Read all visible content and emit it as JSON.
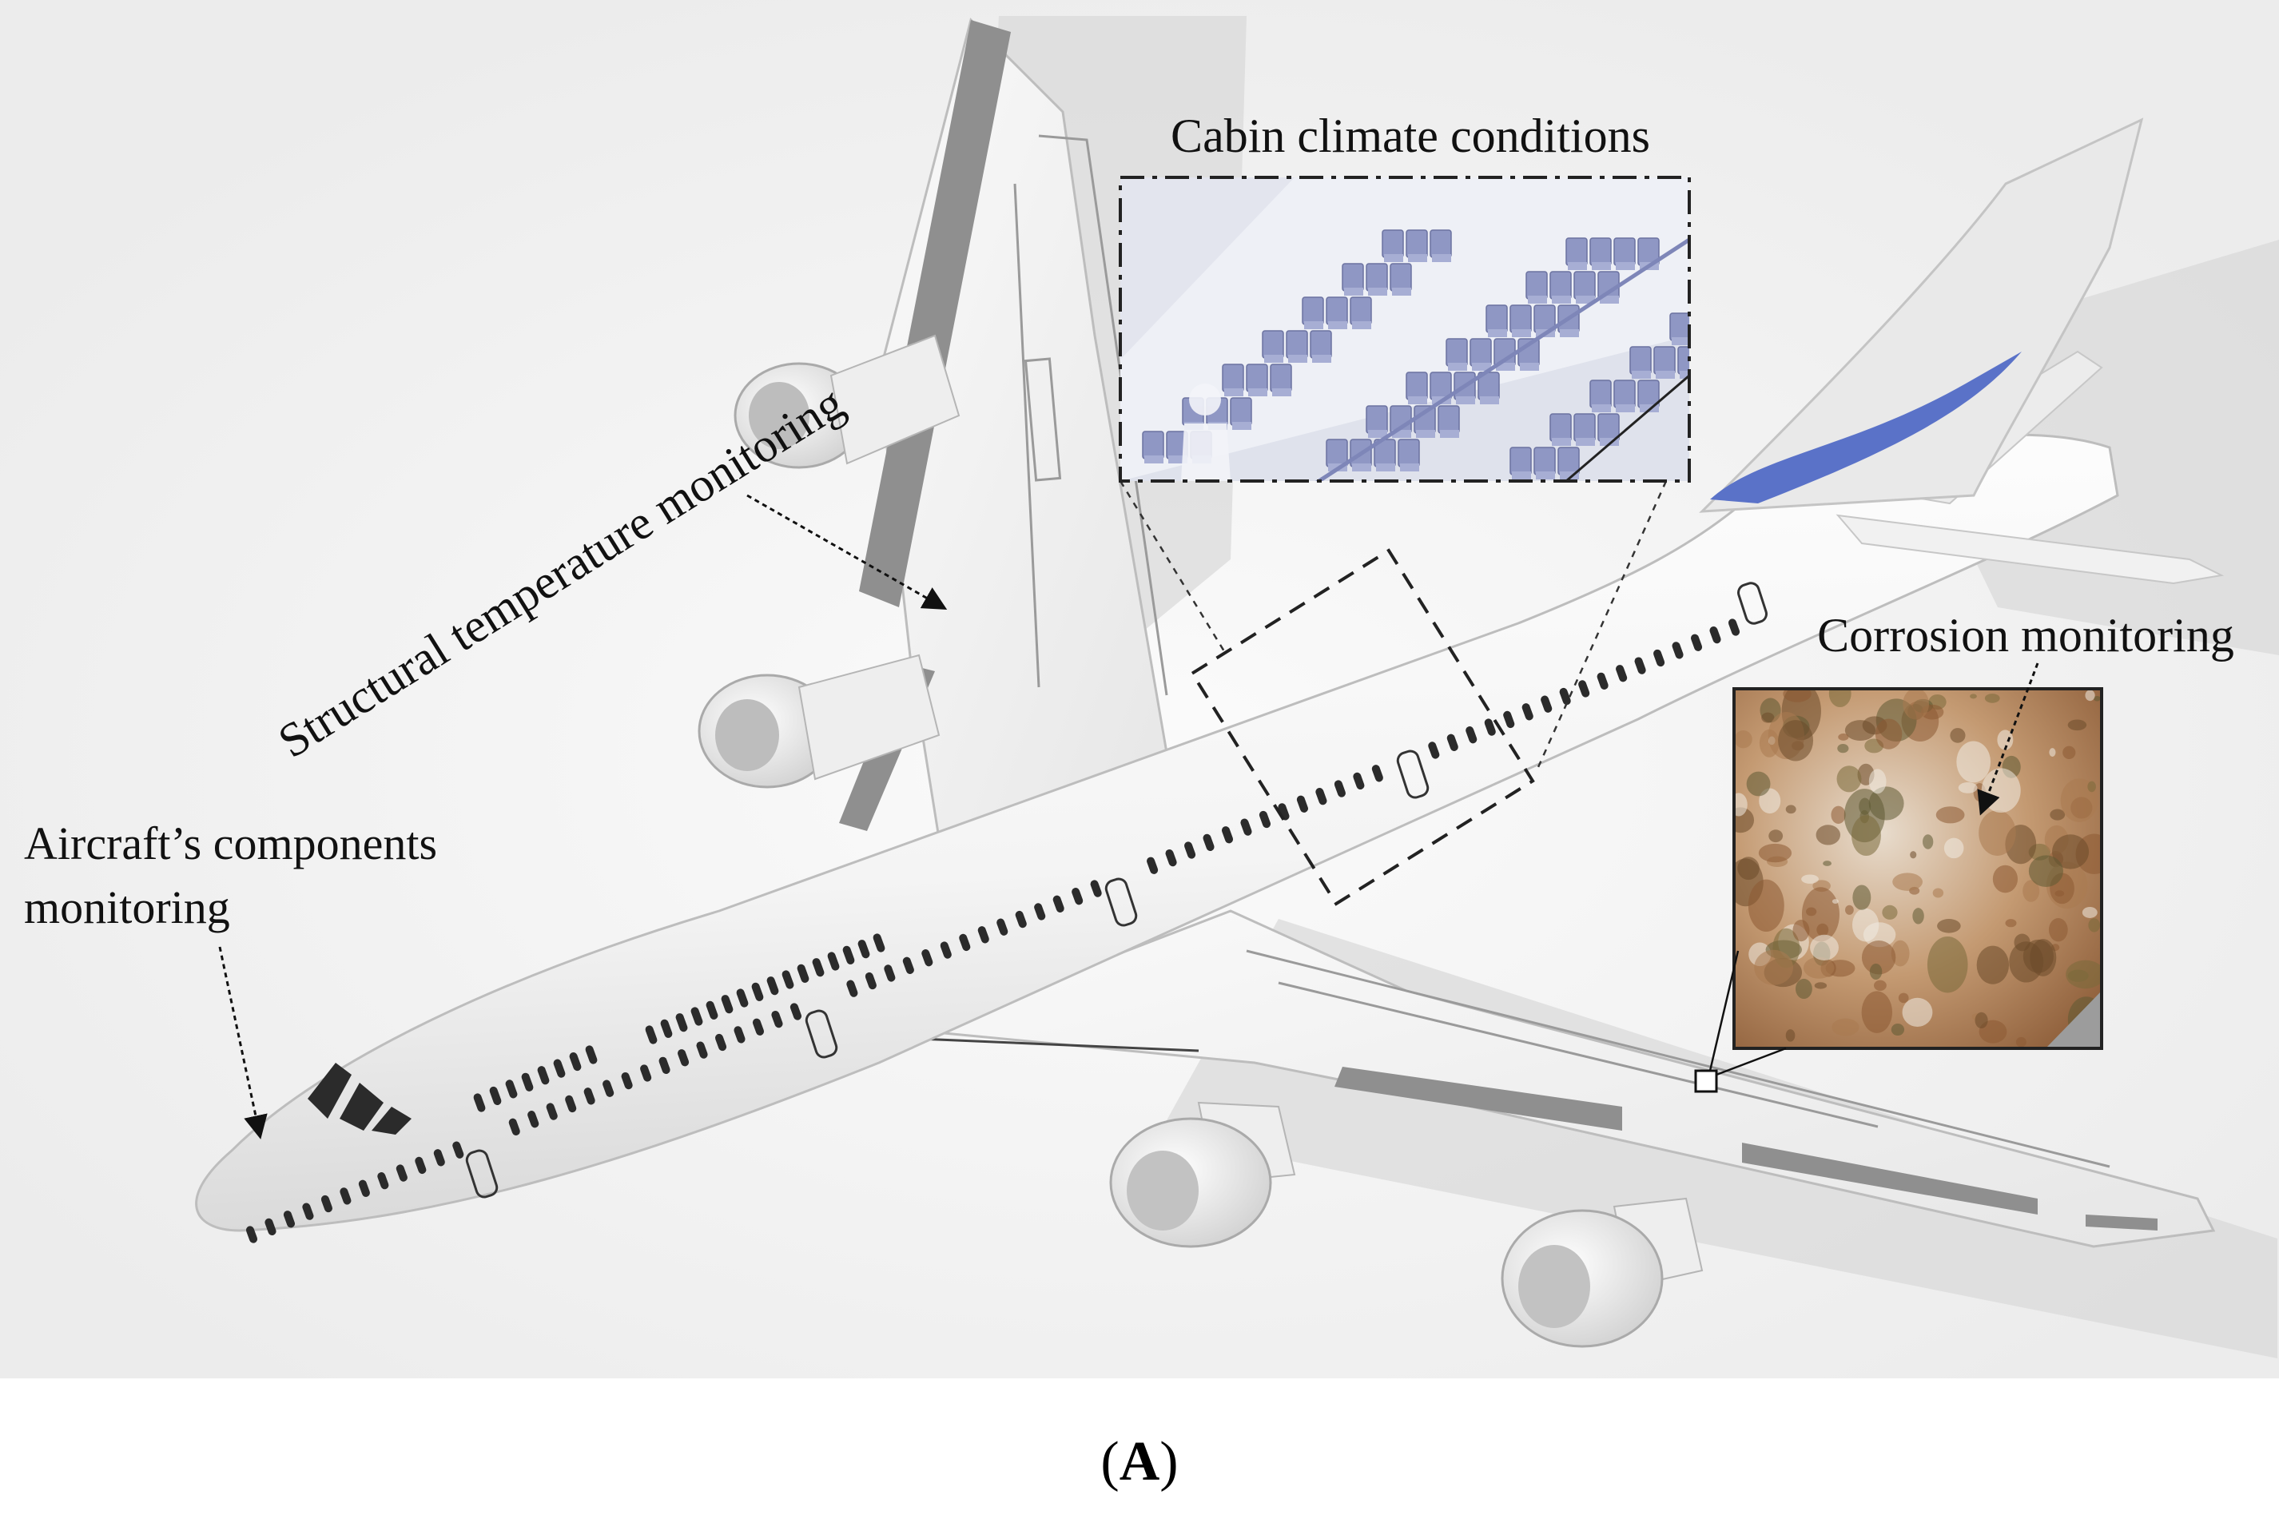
{
  "labels": {
    "cabin": "Cabin climate conditions",
    "structural": "Structural temperature monitoring",
    "corrosion": "Corrosion monitoring",
    "components_line1": "Aircraft’s components",
    "components_line2": "monitoring"
  },
  "caption": {
    "open": "(",
    "letter": "A",
    "close": ")"
  },
  "colors": {
    "tail_stripe": "#5a72c8",
    "seat": "#8f97c4",
    "window": "#2b2b2b",
    "rust": "#a2683e"
  }
}
